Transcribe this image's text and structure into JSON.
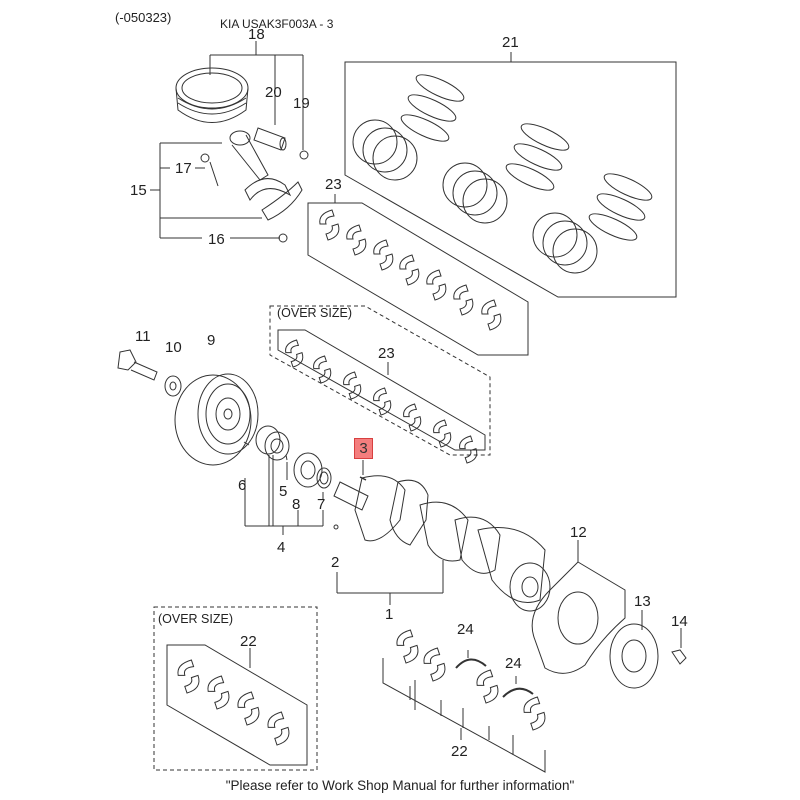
{
  "header": {
    "catalog_code": "(-050323)",
    "model_ref": "KIA USAK3F003A - 3"
  },
  "callouts": {
    "c1": "1",
    "c2": "2",
    "c3": "3",
    "c4": "4",
    "c5": "5",
    "c6": "6",
    "c7": "7",
    "c8": "8",
    "c9": "9",
    "c10": "10",
    "c11": "11",
    "c12": "12",
    "c13": "13",
    "c14": "14",
    "c15": "15",
    "c16": "16",
    "c17": "17",
    "c18": "18",
    "c19": "19",
    "c20": "20",
    "c21": "21",
    "c22a": "22",
    "c22b": "22",
    "c23a": "23",
    "c23b": "23",
    "c24a": "24",
    "c24b": "24"
  },
  "highlighted_part": "3",
  "notes": {
    "oversize_upper": "(OVER SIZE)",
    "oversize_lower": "(OVER SIZE)"
  },
  "footer": {
    "text": "\"Please refer to Work Shop Manual for further information\""
  },
  "colors": {
    "highlight": "#f47e7e",
    "line": "#333333"
  }
}
